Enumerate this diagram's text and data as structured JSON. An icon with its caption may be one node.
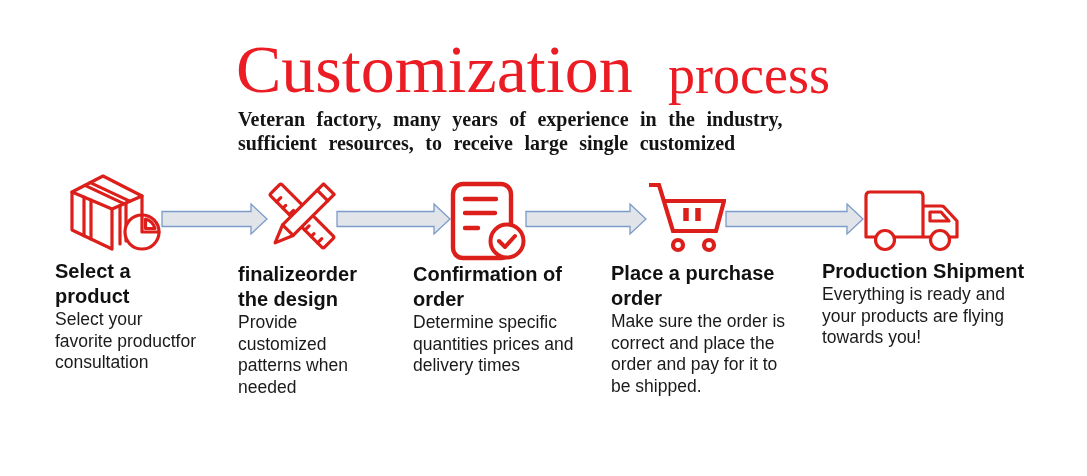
{
  "diagram": {
    "title": "Customization",
    "nodes": [
      {
        "text": [],
        "shape": "picture",
        "beside": [
          "Select a product",
          "Select your favorite productfor consultation"
        ]
      },
      {
        "text": [],
        "shape": "picture",
        "beside": [
          "finalizeorder the design",
          "Provide customized patterns when needed"
        ]
      },
      {
        "text": [],
        "shape": "picture",
        "beside": [
          "Confirmation of order",
          "Determine specific quantities prices and delivery times"
        ]
      },
      {
        "text": [],
        "shape": "picture",
        "beside": [
          "Place a purchase order",
          "Make sure the order is correct and place the order and pay for it to be shipped."
        ]
      },
      {
        "text": [],
        "shape": "picture",
        "beside": [
          "Production Shipment",
          "Everything is ready and your products are flying towards you!"
        ]
      }
    ],
    "edges": [
      {
        "from": 0,
        "to": 1,
        "arrow": "to"
      },
      {
        "from": 1,
        "to": 2,
        "arrow": "to"
      },
      {
        "from": 2,
        "to": 3,
        "arrow": "to"
      },
      {
        "from": 3,
        "to": 4,
        "arrow": "to"
      }
    ],
    "labels": [
      "process",
      "Veteran factory, many years of experience in the industry, sufficient resources, to receive large single customized"
    ]
  }
}
